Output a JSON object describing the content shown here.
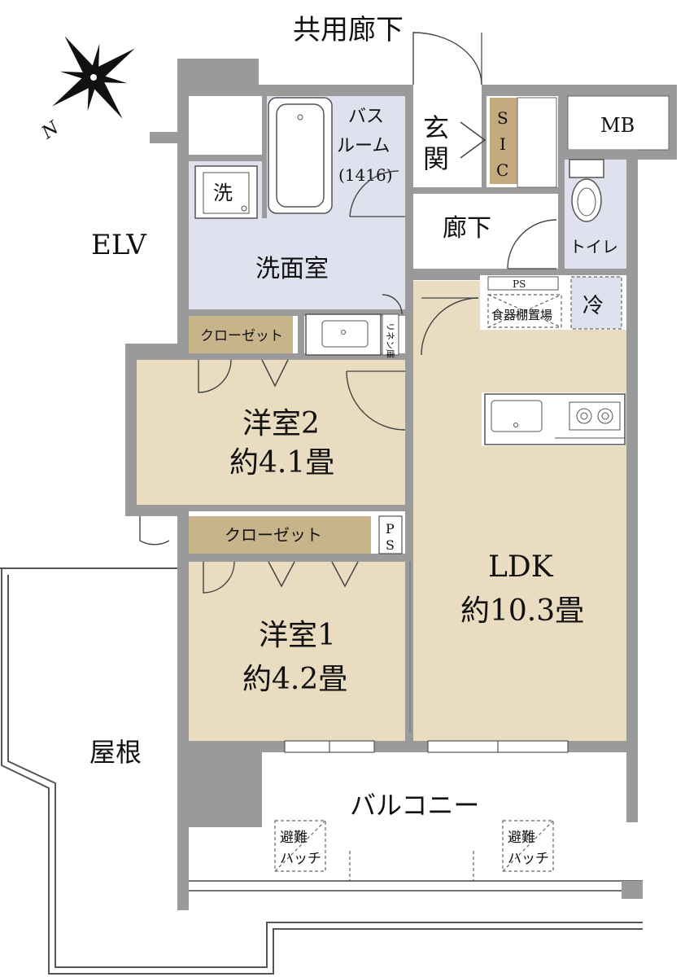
{
  "labels": {
    "corridor": "共用廊下",
    "north": "N",
    "elv": "ELV",
    "roof": "屋根",
    "mb": "MB",
    "bathroom": [
      "バス",
      "ルーム",
      "(1416)"
    ],
    "genkan": [
      "玄",
      "関"
    ],
    "sic": [
      "S",
      "I",
      "C"
    ],
    "hallway": "廊下",
    "washroom": "洗面室",
    "washer": "洗",
    "toilet": "トイレ",
    "ps_top": "PS",
    "pantry": "食器棚置場",
    "fridge": "冷",
    "linen": "リネン庫",
    "closet_upper": "クローゼット",
    "closet_lower": "クローゼット",
    "ps_side": [
      "P",
      "S"
    ],
    "room2": {
      "name": "洋室2",
      "size": "約4.1畳"
    },
    "room1": {
      "name": "洋室1",
      "size": "約4.2畳"
    },
    "ldk": {
      "name": "LDK",
      "size": "約10.3畳"
    },
    "balcony": "バルコニー",
    "hatch_left": [
      "避難",
      "ハッチ"
    ],
    "hatch_right": [
      "避難",
      "ハッチ"
    ]
  },
  "colors": {
    "wall": "#9a9a9a",
    "wet_area": "#dfe2ee",
    "room": "#e9dcc0",
    "closet": "#c8b48a",
    "sic": "#c2aa7e",
    "white": "#ffffff"
  }
}
